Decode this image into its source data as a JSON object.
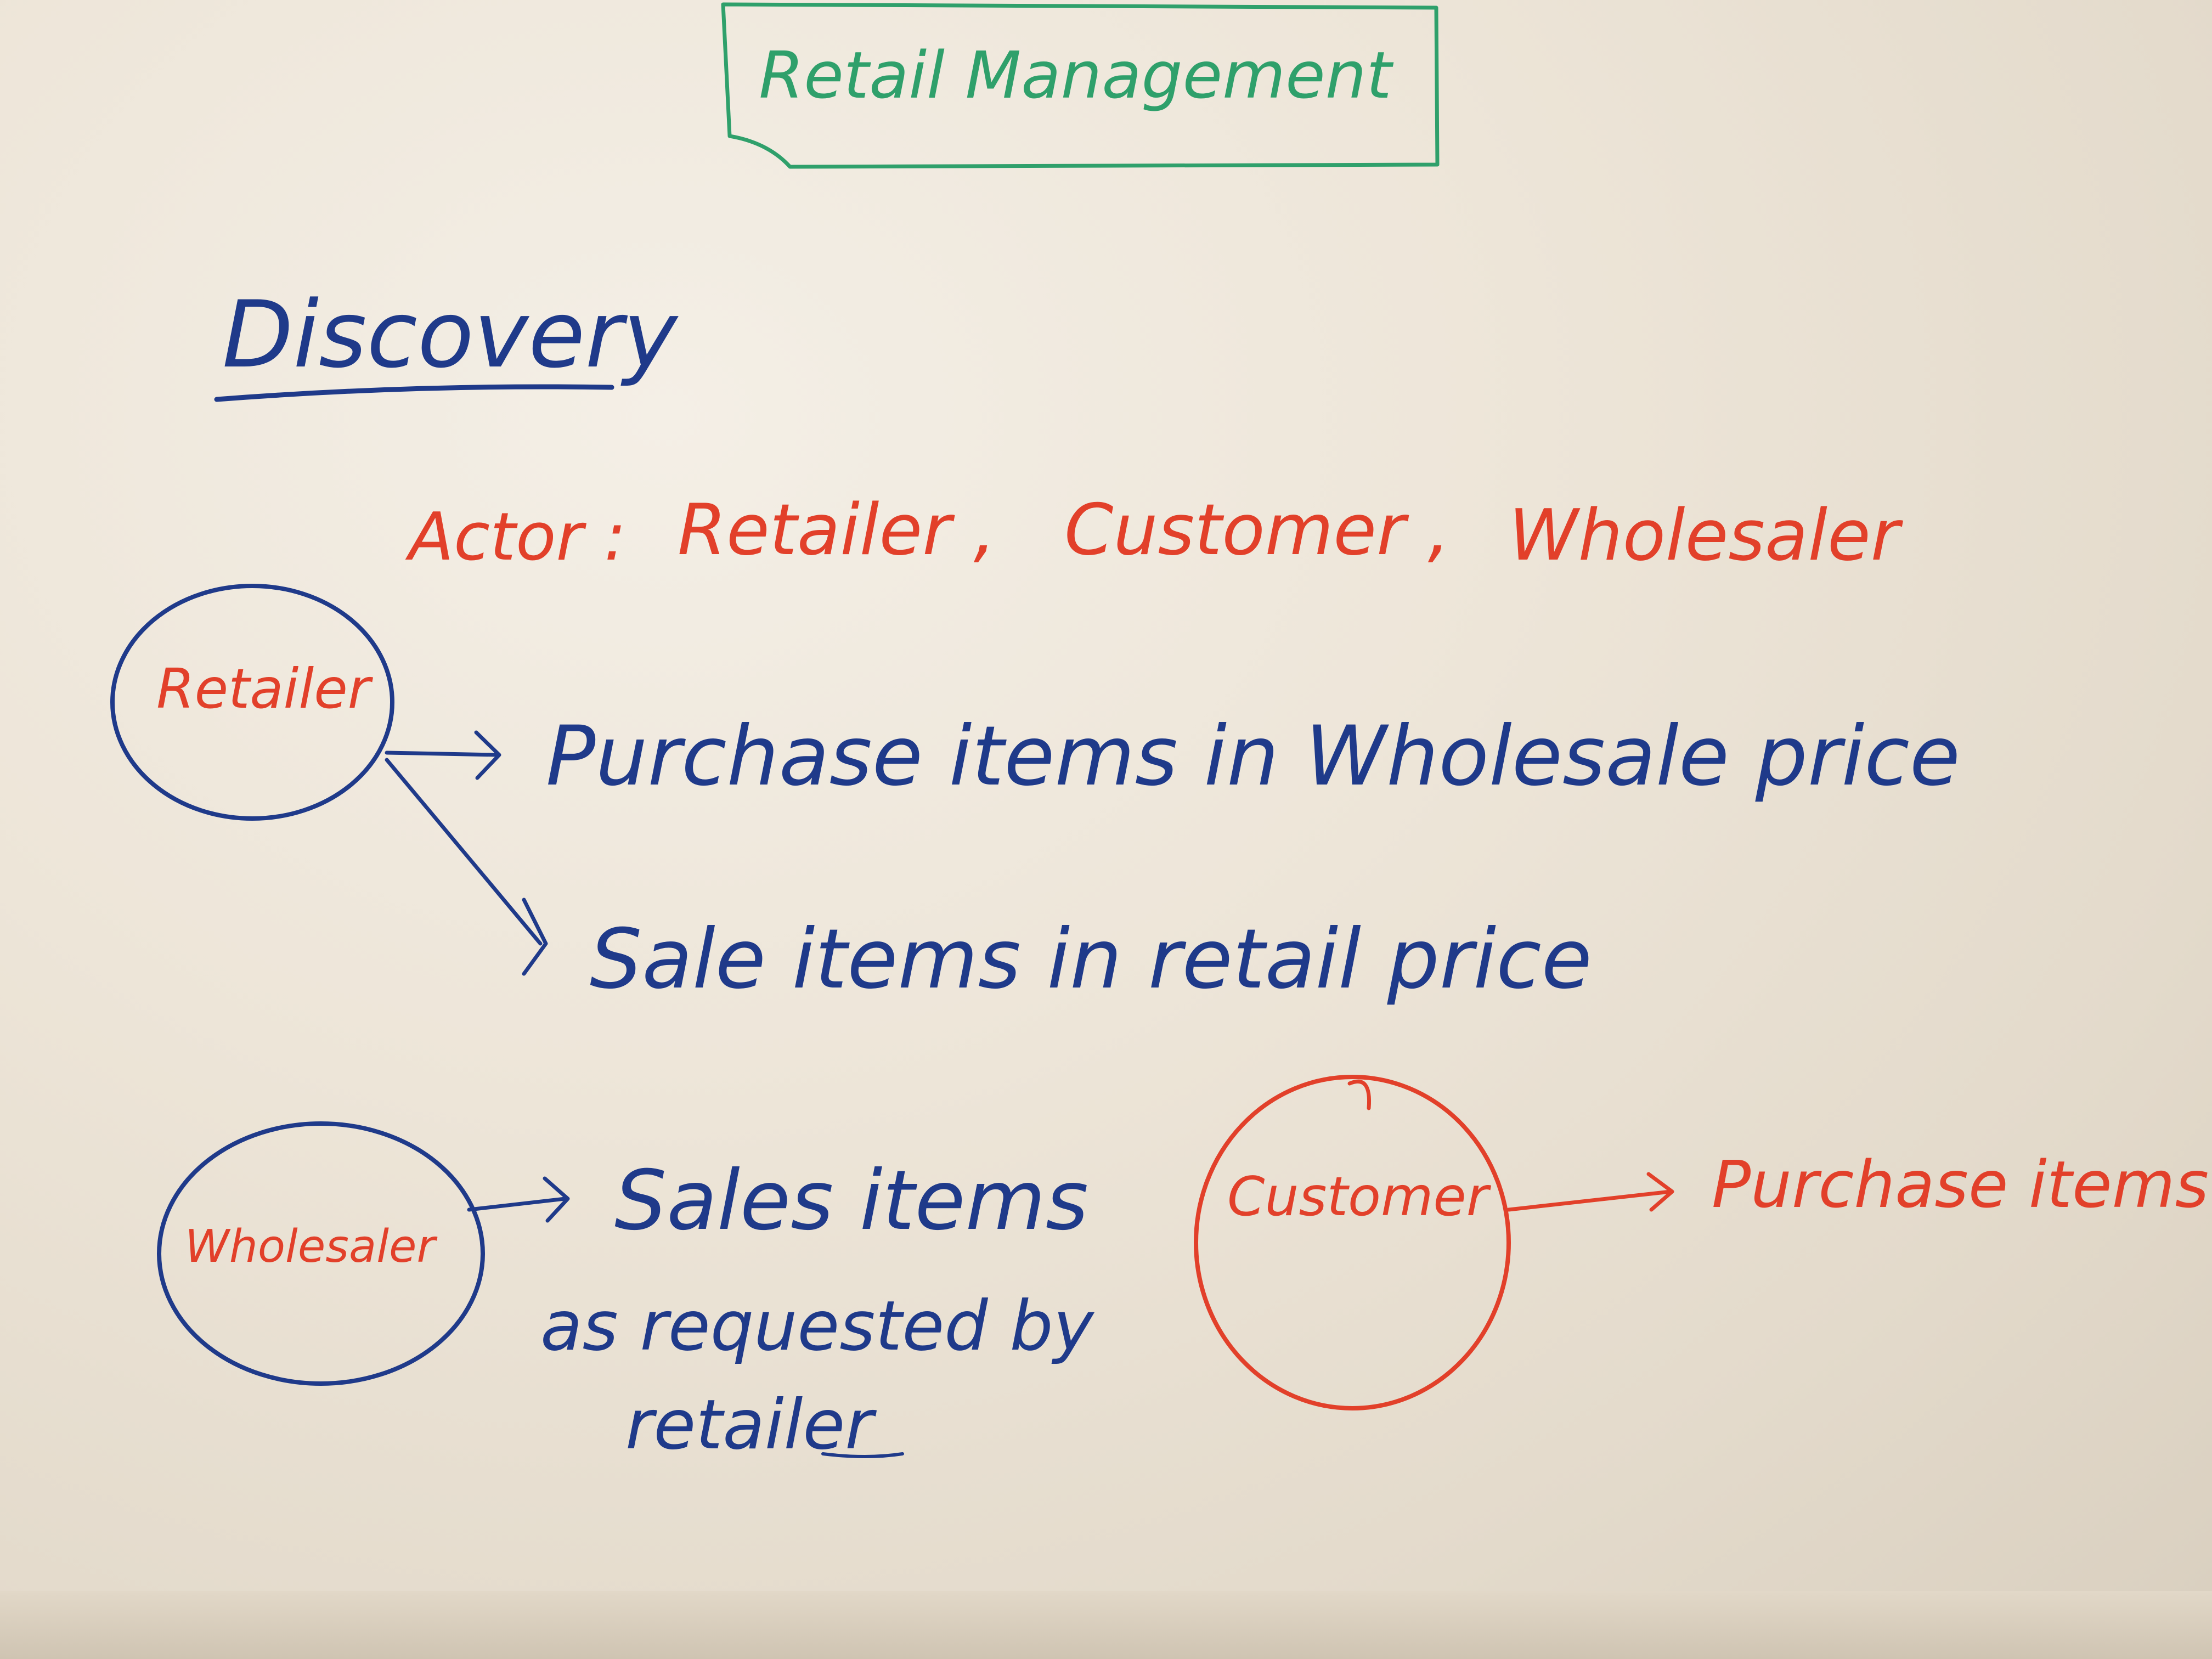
{
  "title": "Retail Management",
  "section_heading": "Discovery",
  "actor_line": {
    "label": "Actor :",
    "actors": [
      "Retailer ,",
      "Customer ,",
      "Wholesaler"
    ]
  },
  "nodes": {
    "retailer": "Retailer",
    "wholesaler": "Wholesaler",
    "customer": "Customer"
  },
  "retailer_actions": [
    "Purchase items in Wholesale price",
    "Sale items in retail price"
  ],
  "wholesaler_action": {
    "line1": "Sales items",
    "line2": "as requested by",
    "line3": "retailer"
  },
  "customer_action": "Purchase items",
  "colors": {
    "green": "#2fa06b",
    "blue": "#1f3a8a",
    "red": "#e2402a",
    "board": "#ede5d8"
  }
}
